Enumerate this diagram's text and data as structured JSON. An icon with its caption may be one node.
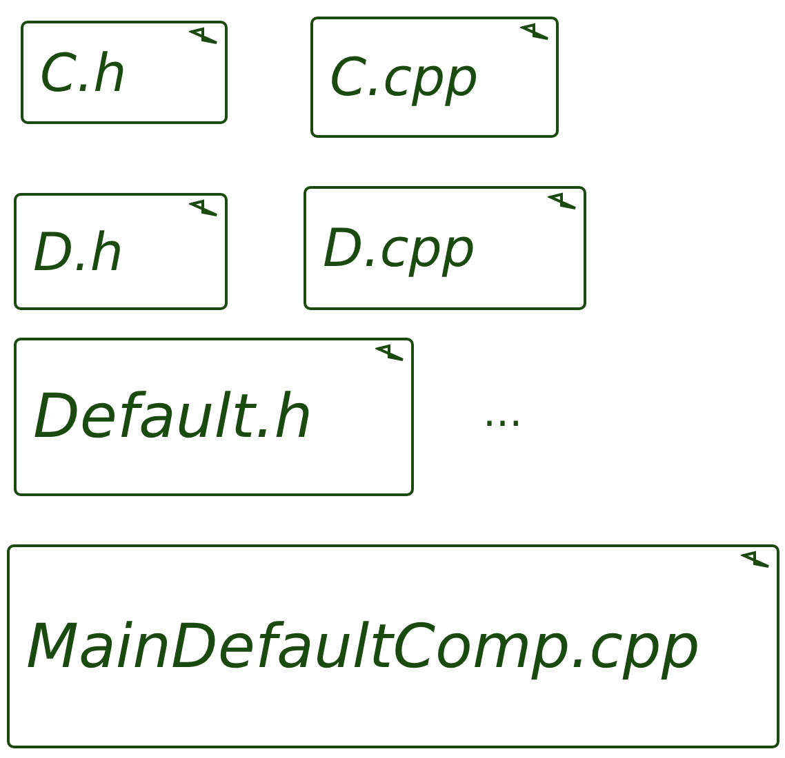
{
  "diagram": {
    "nodes": [
      {
        "text": [
          "C.h"
        ]
      },
      {
        "text": [
          "C.cpp"
        ]
      },
      {
        "text": [
          "D.h"
        ]
      },
      {
        "text": [
          "D.cpp"
        ]
      },
      {
        "text": [
          "Default.h"
        ]
      },
      {
        "text": [
          "MainDefaultComp.cpp"
        ]
      }
    ],
    "labels": [
      "..."
    ]
  }
}
